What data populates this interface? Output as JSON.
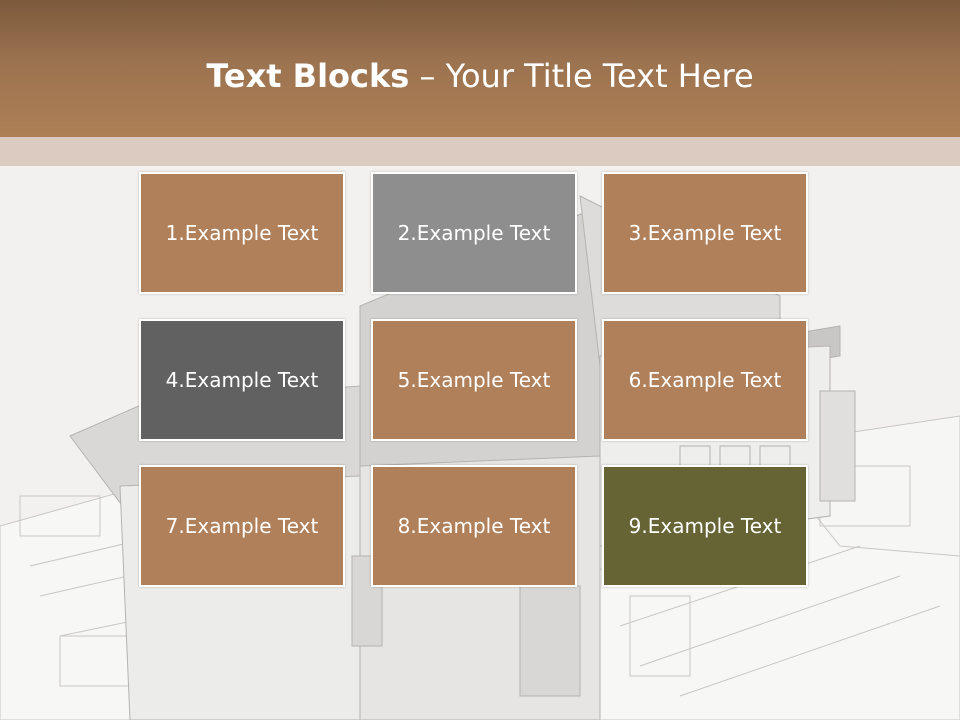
{
  "title": {
    "bold": "Text Blocks",
    "rest": " – Your Title Text Here"
  },
  "blocks": [
    {
      "label": "1.Example Text",
      "color": "#b0805a"
    },
    {
      "label": "2.Example Text",
      "color": "#8e8e8e"
    },
    {
      "label": "3.Example Text",
      "color": "#b0805a"
    },
    {
      "label": "4.Example Text",
      "color": "#616161"
    },
    {
      "label": "5.Example Text",
      "color": "#b0805a"
    },
    {
      "label": "6.Example Text",
      "color": "#b0805a"
    },
    {
      "label": "7.Example Text",
      "color": "#b0805a"
    },
    {
      "label": "8.Example Text",
      "color": "#b0805a"
    },
    {
      "label": "9.Example Text",
      "color": "#666435"
    }
  ]
}
